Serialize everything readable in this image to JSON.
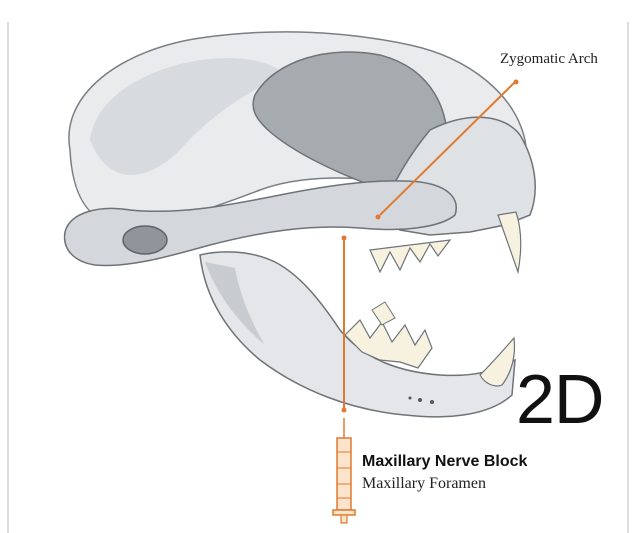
{
  "labels": {
    "zygomatic_arch": "Zygomatic Arch",
    "panel": "2D",
    "block_title": "Maxillary Nerve Block",
    "block_subtitle": "Maxillary Foramen"
  },
  "colors": {
    "bone_light": "#e8eaec",
    "bone_mid": "#c9ccd0",
    "bone_dark": "#9da2a7",
    "outline": "#6d7378",
    "needle": "#e07a2e",
    "tooth": "#f7f1e0"
  },
  "icons": [
    "cat-skull-illustration",
    "syringe-icon",
    "leader-line",
    "needle-path"
  ]
}
